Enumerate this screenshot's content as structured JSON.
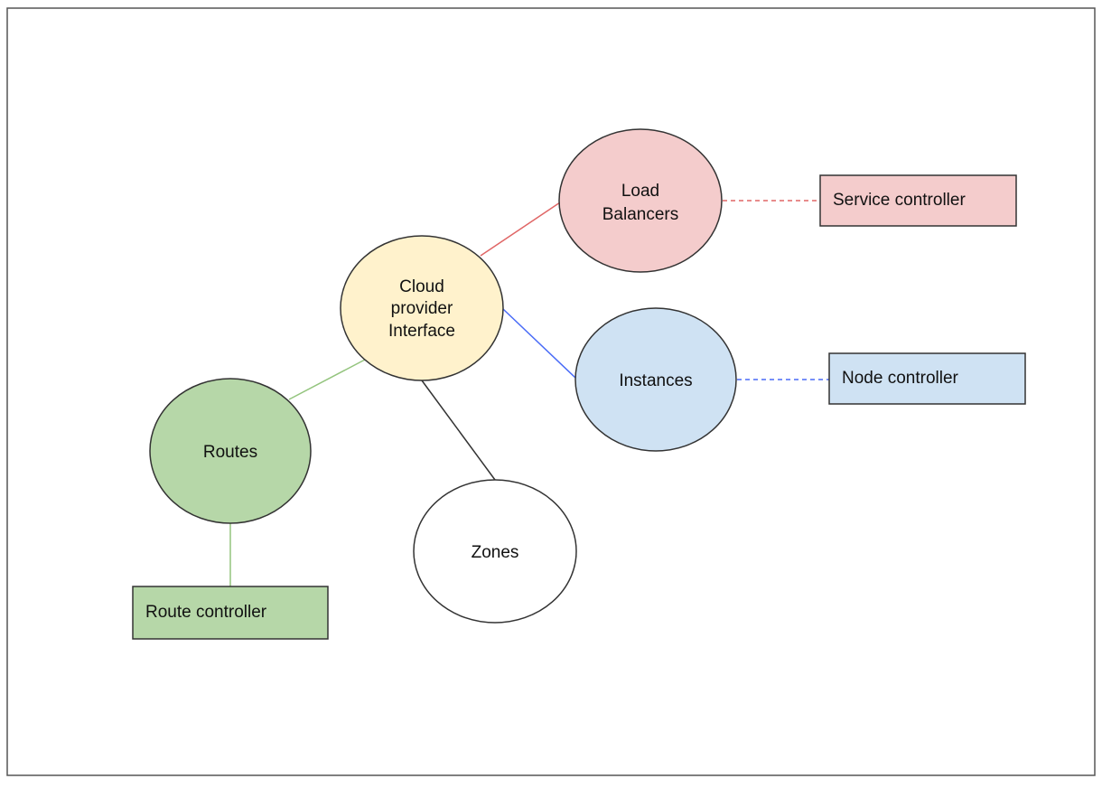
{
  "nodes": {
    "cloud_provider": {
      "lines": [
        "Cloud",
        "provider",
        "Interface"
      ],
      "fill": "#fff2cc"
    },
    "load_balancers": {
      "lines": [
        "Load",
        "Balancers"
      ],
      "fill": "#f4cccc"
    },
    "instances": {
      "lines": [
        "Instances"
      ],
      "fill": "#cfe2f3"
    },
    "routes": {
      "lines": [
        "Routes"
      ],
      "fill": "#b6d7a8"
    },
    "zones": {
      "lines": [
        "Zones"
      ],
      "fill": "#ffffff"
    }
  },
  "controllers": {
    "service_controller": {
      "label": "Service controller",
      "fill": "#f4cccc"
    },
    "node_controller": {
      "label": "Node controller",
      "fill": "#cfe2f3"
    },
    "route_controller": {
      "label": "Route controller",
      "fill": "#b6d7a8"
    }
  },
  "edges": [
    {
      "from": "cloud_provider",
      "to": "load_balancers",
      "color": "#e06666",
      "style": "solid"
    },
    {
      "from": "cloud_provider",
      "to": "instances",
      "color": "#4a6cf7",
      "style": "solid"
    },
    {
      "from": "cloud_provider",
      "to": "routes",
      "color": "#93c47d",
      "style": "solid"
    },
    {
      "from": "cloud_provider",
      "to": "zones",
      "color": "#333333",
      "style": "solid"
    },
    {
      "from": "load_balancers",
      "to": "service_controller",
      "color": "#e06666",
      "style": "dashed"
    },
    {
      "from": "instances",
      "to": "node_controller",
      "color": "#4a6cf7",
      "style": "dashed"
    },
    {
      "from": "routes",
      "to": "route_controller",
      "color": "#93c47d",
      "style": "solid"
    }
  ],
  "colors": {
    "border": "#555555",
    "stroke": "#333333"
  }
}
